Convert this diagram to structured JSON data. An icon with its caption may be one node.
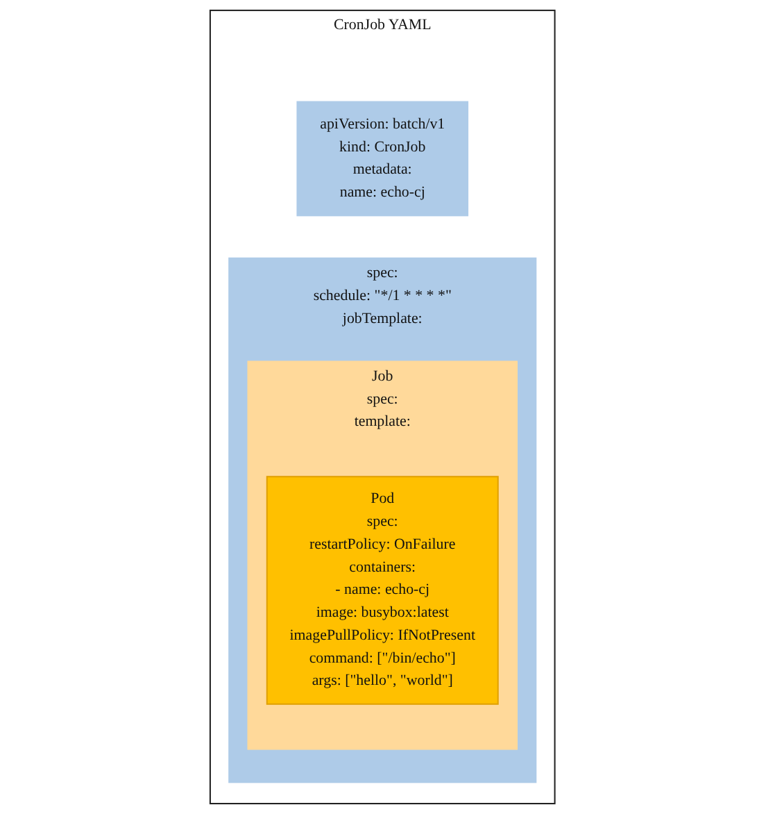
{
  "diagram": {
    "nodes": [
      {
        "text": [
          "CronJob YAML"
        ]
      },
      {
        "text": [
          "apiVersion: batch/v1",
          "kind: CronJob",
          "metadata:",
          "name: echo-cj"
        ],
        "in": 0
      },
      {
        "text": [
          "spec:",
          "schedule: \"*/1 * * * *\"",
          "jobTemplate:"
        ],
        "in": 0
      },
      {
        "text": [
          "Job",
          "spec:",
          "template:"
        ],
        "in": 2
      },
      {
        "text": [
          "Pod",
          "spec:",
          "restartPolicy: OnFailure",
          "containers:",
          "- name: echo-cj",
          "image: busybox:latest",
          "imagePullPolicy: IfNotPresent",
          "command: [\"/bin/echo\"]",
          "args: [\"hello\", \"world\"]"
        ],
        "in": 3
      }
    ]
  }
}
